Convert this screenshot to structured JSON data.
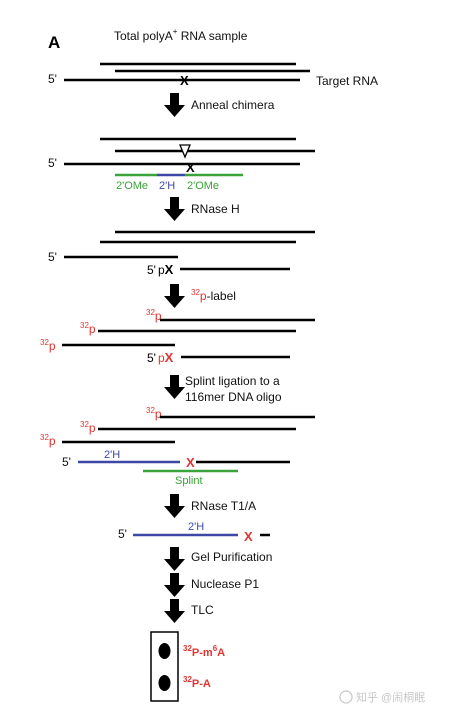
{
  "panel": "A",
  "colors": {
    "black": "#000000",
    "red": "#e0342f",
    "green": "#3aa33a",
    "blue": "#3d48a6"
  },
  "labels": {
    "title": "Total polyA",
    "title_sup": "+",
    "title_tail": " RNA sample",
    "five_prime": "5'",
    "target_rna": "Target RNA",
    "mark_x": "X",
    "anneal": "Anneal chimera",
    "ome_left": "2'OMe",
    "h_mid": "2'H",
    "ome_right": "2'OMe",
    "rnase_h": "RNase H",
    "p": "p",
    "p32": "32",
    "label_step": "-label",
    "splint_line1": "Splint ligation  to a",
    "splint_line2": "116mer DNA oligo",
    "h_label": "2'H",
    "splint": "Splint",
    "rnase_t1": "RNase T1/A",
    "gel": "Gel Purification",
    "nuclease": "Nuclease P1",
    "tlc": "TLC",
    "spot1_prefix": "P-m",
    "spot1_sup": "6",
    "spot1_suffix": "A",
    "spot2": "P-A",
    "watermark": "知乎 @闹桐眠"
  }
}
